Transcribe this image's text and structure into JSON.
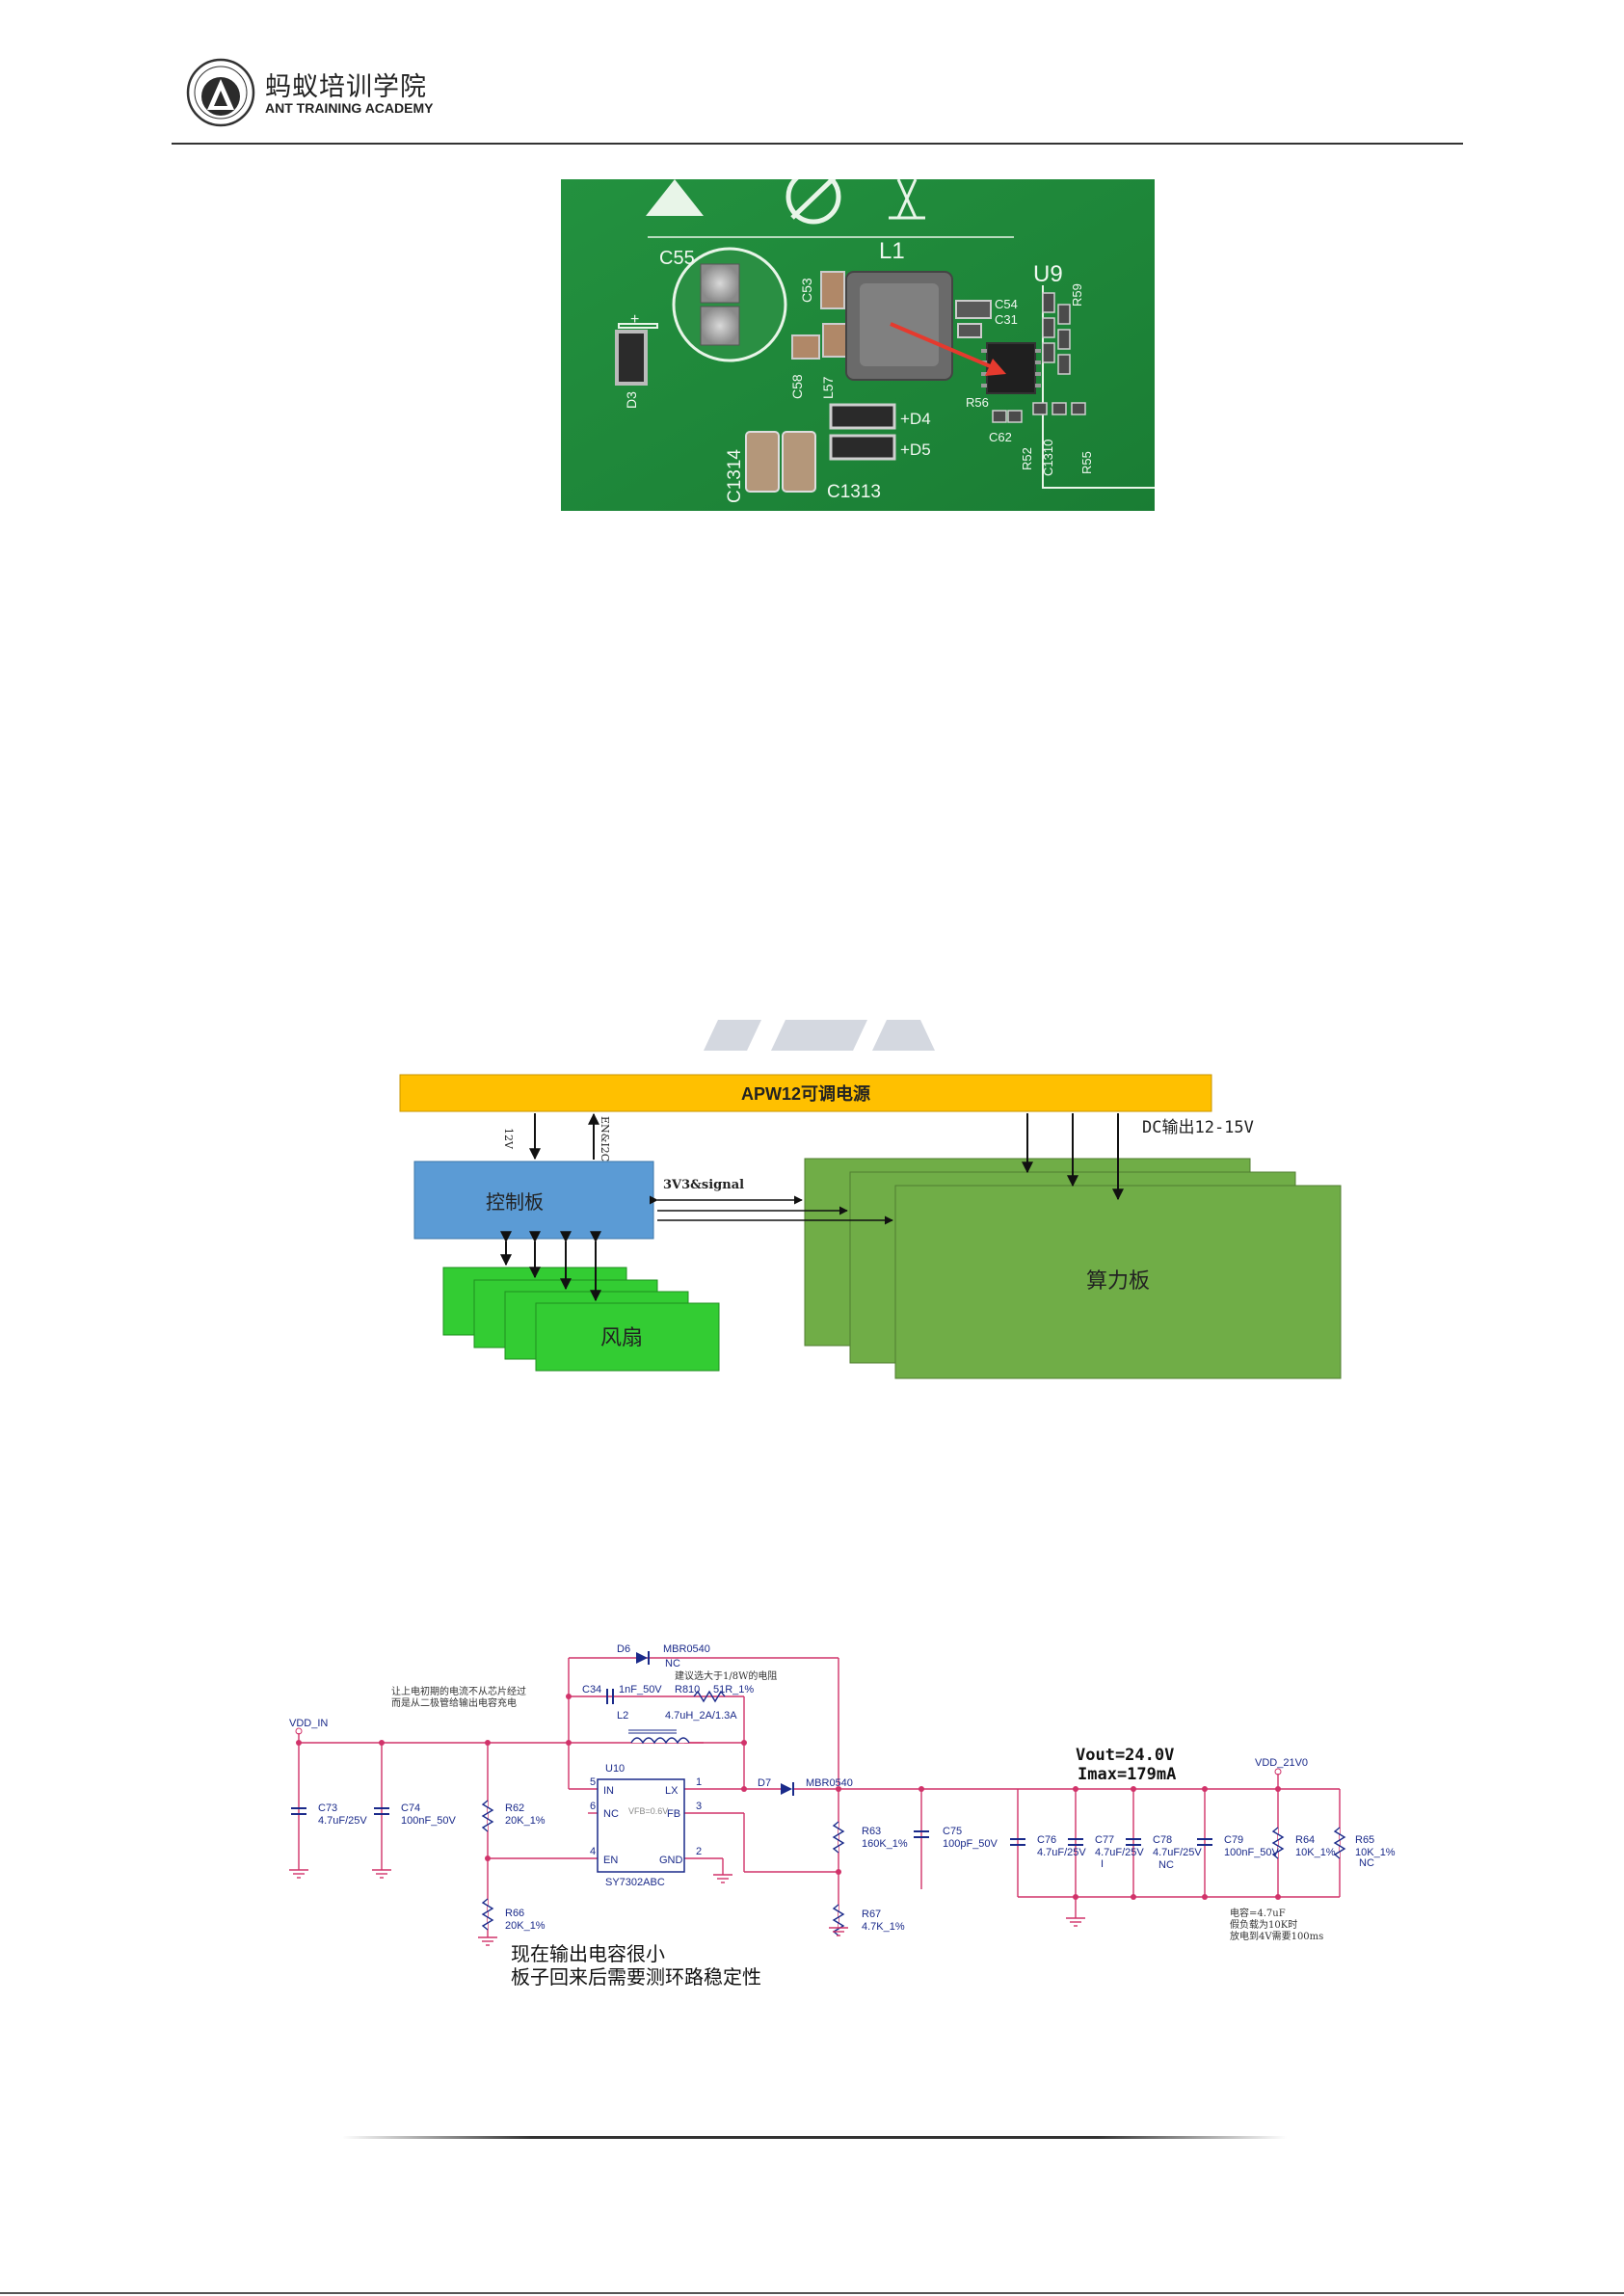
{
  "header": {
    "logo_cn": "蚂蚁培训学院",
    "logo_en": "ANT TRAINING ACADEMY"
  },
  "photo": {
    "labels": {
      "c55": "C55",
      "l1": "L1",
      "u9": "U9",
      "c53": "C53",
      "c54": "C54",
      "c31": "C31",
      "c58": "C58",
      "l57": "L57",
      "d3": "D3",
      "d4": "+D4",
      "d5": "+D5",
      "c1314": "C1314",
      "c1313": "C1313",
      "r52": "R52",
      "c1310": "C1310",
      "r55": "R55",
      "c62": "C62",
      "r56": "R56",
      "r59": "R59",
      "plus": "+"
    },
    "colors": {
      "board": "#1f8a3a",
      "arrow": "#e53a2e"
    }
  },
  "block_diagram": {
    "psu_title": "APW12可调电源",
    "dc_out": "DC输出12-15V",
    "ctrl_board": "控制板",
    "signal": "3V3&signal",
    "hash_board": "算力板",
    "fan": "风扇",
    "v12": "12V",
    "enable": "EN&I2C",
    "colors": {
      "psu": "#ffc000",
      "ctrl": "#5b9bd5",
      "fan": "#33cc33",
      "hash": "#70ad47"
    }
  },
  "schematic": {
    "vdd_in": "VDD_IN",
    "vdd_21v0": "VDD_21V0",
    "note_top": [
      "让上电初期的电流不从芯片经过",
      "而是从二极管给输出电容充电"
    ],
    "note_resistor": "建议选大于1/8W的电阻",
    "d6": "D6",
    "d6_part": "MBR0540",
    "d6_nc": "NC",
    "c34": "C34",
    "c34_val": "1nF_50V",
    "r810": "R810",
    "r810_val": "51R_1%",
    "l2": "L2",
    "l2_val": "4.7uH_2A/1.3A",
    "u10": "U10",
    "u10_part": "SY7302ABC",
    "vfb": "VFB=0.6V",
    "pin_in": "IN",
    "pin_lx": "LX",
    "pin_nc": "NC",
    "pin_fb": "FB",
    "pin_en": "EN",
    "pin_gnd": "GND",
    "pin5": "5",
    "pin1": "1",
    "pin6": "6",
    "pin3": "3",
    "pin4": "4",
    "pin2": "2",
    "d7": "D7",
    "d7_part": "MBR0540",
    "vout": "Vout=24.0V",
    "imax": "Imax=179mA",
    "c73": "C73",
    "c73_val": "4.7uF/25V",
    "c74": "C74",
    "c74_val": "100nF_50V",
    "r62": "R62",
    "r62_val": "20K_1%",
    "r66": "R66",
    "r66_val": "20K_1%",
    "r63": "R63",
    "r63_val": "160K_1%",
    "r67": "R67",
    "r67_val": "4.7K_1%",
    "c75": "C75",
    "c75_val": "100pF_50V",
    "c76": "C76",
    "c76_val": "4.7uF/25V",
    "c77": "C77",
    "c77_val": "4.7uF/25V",
    "c77_i": "I",
    "c78": "C78",
    "c78_val": "4.7uF/25V",
    "c78_nc": "NC",
    "c79": "C79",
    "c79_val": "100nF_50V",
    "r64": "R64",
    "r64_val": "10K_1%",
    "r65": "R65",
    "r65_val": "10K_1%",
    "r65_nc": "NC",
    "note_cap": [
      "电容=4.7uF",
      "假负载为10K时",
      "放电到4V需要100ms"
    ],
    "note_bottom": [
      "现在输出电容很小",
      "板子回来后需要测环路稳定性"
    ],
    "colors": {
      "wire": "#d1336a",
      "label": "#1a2a8a",
      "note": "#333333"
    }
  }
}
